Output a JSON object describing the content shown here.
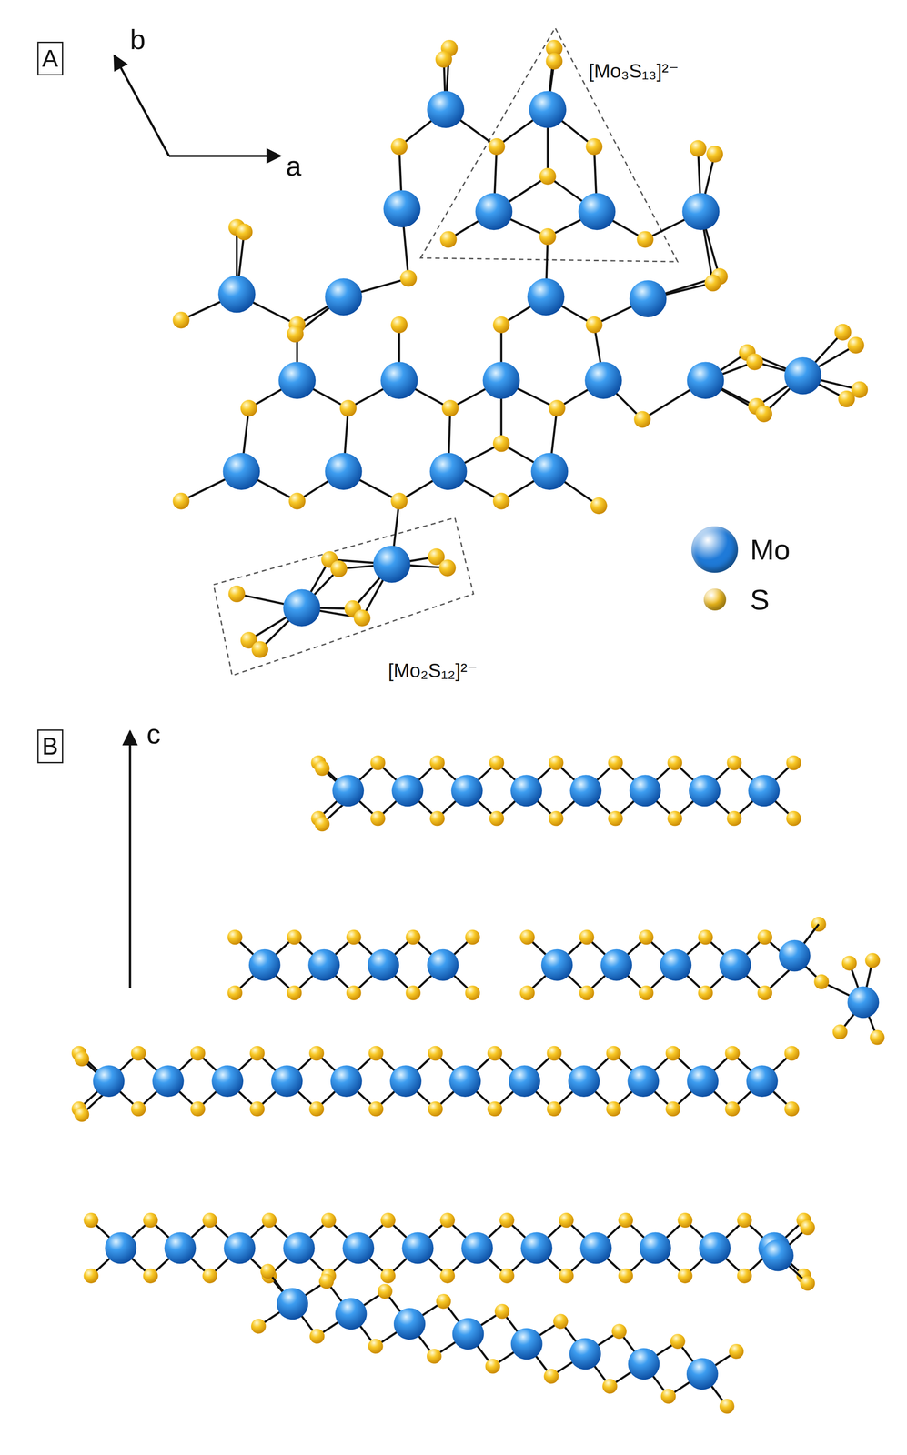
{
  "diagram": {
    "nodes": [
      {
        "text": [
          "A"
        ]
      },
      {
        "text": [
          "B"
        ]
      }
    ],
    "labels": [
      "b",
      "a",
      "[Mo₃S₁₃]²⁻",
      "[Mo₂S₁₂]²⁻",
      "c"
    ],
    "legend": [
      {
        "text": "Mo",
        "color": "#1f7ad8"
      },
      {
        "text": "S",
        "color": "#f4be1c"
      }
    ]
  }
}
